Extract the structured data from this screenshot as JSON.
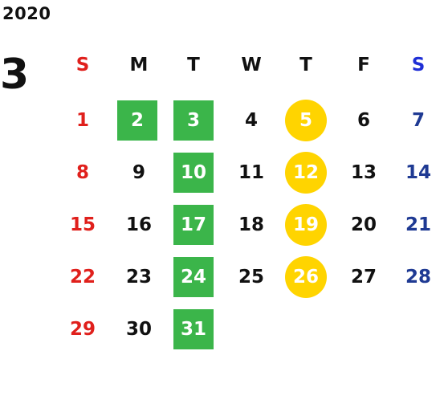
{
  "calendar": {
    "year": "2020",
    "month": "3",
    "weekdays": [
      "S",
      "M",
      "T",
      "W",
      "T",
      "F",
      "S"
    ],
    "colors": {
      "sunday": "#e0201c",
      "saturday_header": "#1f2fd6",
      "saturday_dates": "#1f3a93",
      "weekday": "#111111",
      "green_highlight": "#3bb54a",
      "yellow_highlight": "#ffd400"
    },
    "weeks": [
      [
        "1",
        "2",
        "3",
        "4",
        "5",
        "6",
        "7"
      ],
      [
        "8",
        "9",
        "10",
        "11",
        "12",
        "13",
        "14"
      ],
      [
        "15",
        "16",
        "17",
        "18",
        "19",
        "20",
        "21"
      ],
      [
        "22",
        "23",
        "24",
        "25",
        "26",
        "27",
        "28"
      ],
      [
        "29",
        "30",
        "31",
        "",
        "",
        "",
        ""
      ]
    ],
    "highlights": {
      "green": [
        "2",
        "3",
        "10",
        "17",
        "24",
        "31"
      ],
      "yellow": [
        "5",
        "12",
        "19",
        "26"
      ]
    }
  }
}
